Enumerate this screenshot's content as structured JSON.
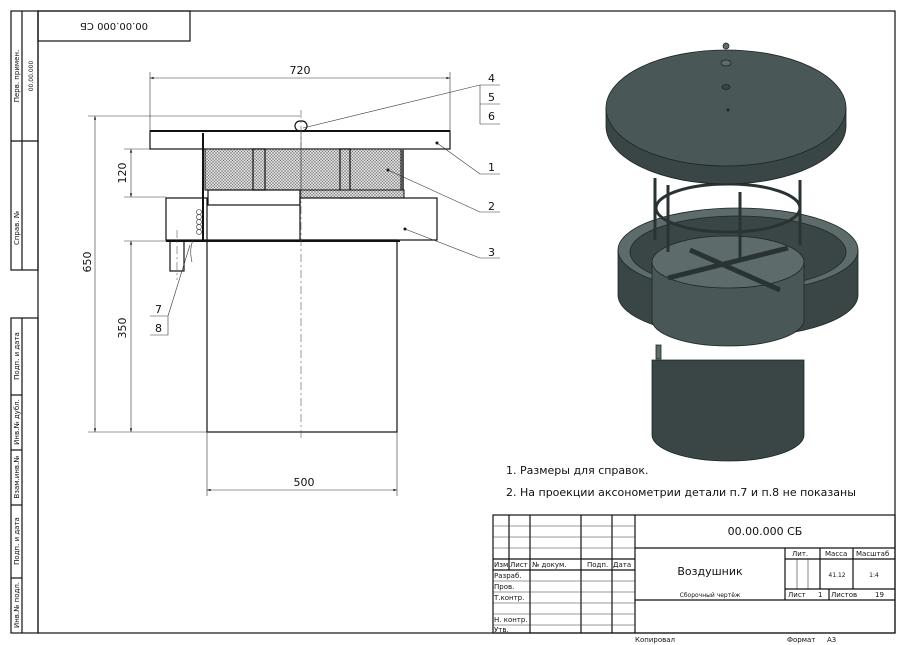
{
  "stamp_code": "00.00.000 СБ",
  "side_strip": {
    "perv_primen_label": "Перв. примен.",
    "perv_primen_value": "00.00.000",
    "sprav_label": "Справ. №",
    "podp_data_1": "Подп. и дата",
    "inv_dubl": "Инв.№ дубл.",
    "vzam_inv": "Взам.инв.№",
    "podp_data_2": "Подп. и дата",
    "inv_podl": "Инв.№ подл."
  },
  "dimensions": {
    "width_top": "720",
    "height_total": "650",
    "height_cap": "120",
    "height_pipe": "350",
    "width_pipe": "500"
  },
  "positions": [
    "1",
    "2",
    "3",
    "4",
    "5",
    "6",
    "7",
    "8"
  ],
  "notes": [
    "1. Размеры для справок.",
    "2. На проекции аксонометрии детали п.7 и п.8 не показаны"
  ],
  "title_block": {
    "designation": "00.00.000 СБ",
    "name": "Воздушник",
    "doc_type": "Сборочный чертёж",
    "headers": {
      "izm": "Изм.",
      "list": "Лист",
      "doc": "№ докум.",
      "podp": "Подп.",
      "data": "Дата"
    },
    "roles": [
      "Разраб.",
      "Пров.",
      "Т.контр.",
      "",
      "Н. контр.",
      "Утв."
    ],
    "lit_label": "Лит.",
    "mass_label": "Масса",
    "scale_label": "Масштаб",
    "mass": "41.12",
    "scale": "1:4",
    "sheet_label": "Лист",
    "sheet": "1",
    "sheets_label": "Листов",
    "sheets": "19",
    "copied": "Копировал",
    "format_label": "Формат",
    "format": "А3"
  }
}
